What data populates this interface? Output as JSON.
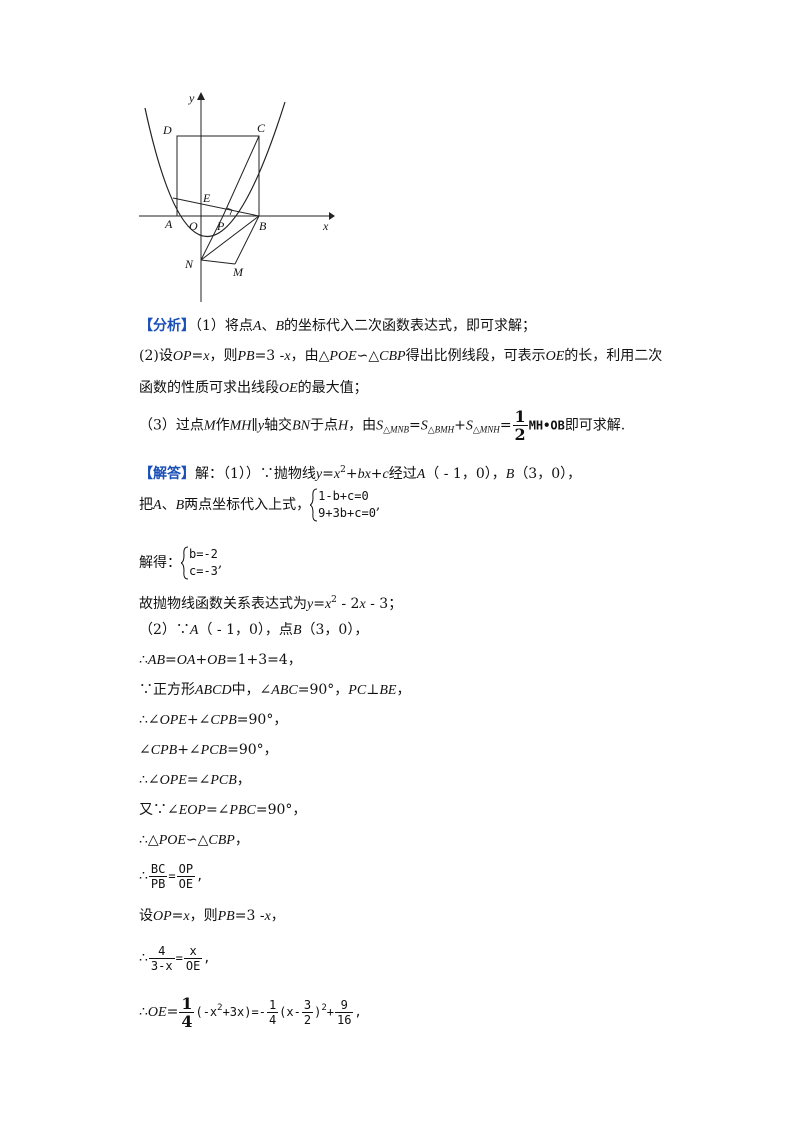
{
  "figure": {
    "labels": {
      "y": "y",
      "x": "x",
      "D": "D",
      "C": "C",
      "E": "E",
      "A": "A",
      "O": "O",
      "P": "P",
      "B": "B",
      "N": "N",
      "M": "M"
    }
  },
  "analysis": {
    "tag": "【分析】",
    "l1_a": "（1）将点",
    "l1_b": "A",
    "l1_c": "、",
    "l1_d": "B",
    "l1_e": "的坐标代入二次函数表达式，即可求解；",
    "l2_a": "(2)设",
    "l2_b": "OP",
    "l2_c": "=",
    "l2_d": "x",
    "l2_e": "，则",
    "l2_f": "PB",
    "l2_g": "=3 -",
    "l2_h": "x",
    "l2_i": "，由△",
    "l2_j": "POE",
    "l2_k": "∽△",
    "l2_l": "CBP",
    "l2_m": "得出比例线段，可表示",
    "l2_n": "OE",
    "l2_o": "的长，利用二次",
    "l3_a": "函数的性质可求出线段",
    "l3_b": "OE",
    "l3_c": "的最大值；",
    "l4_a": "（3）过点",
    "l4_b": "M",
    "l4_c": "作",
    "l4_d": "MH",
    "l4_e": "∥",
    "l4_f": "y",
    "l4_g": "轴交",
    "l4_h": "BN",
    "l4_i": "于点",
    "l4_j": "H",
    "l4_k": "，由",
    "l4_S1": "S",
    "l4_s1": "△MNB",
    "l4_eq": "=",
    "l4_S2": "S",
    "l4_s2": "△BMH",
    "l4_plus": "+",
    "l4_S3": "S",
    "l4_s3": "△MNH",
    "l4_eq2": "=",
    "l4_num": "1",
    "l4_den": "2",
    "l4_mh": "MH•OB",
    "l4_end": "即可求解."
  },
  "answer": {
    "tag": "【解答】",
    "a1_a": "解：（1））∵抛物线",
    "a1_b": "y",
    "a1_c": "=",
    "a1_d": "x",
    "a1_e": "2",
    "a1_f": "+",
    "a1_g": "bx",
    "a1_h": "+",
    "a1_i": "c",
    "a1_j": "经过",
    "a1_k": "A",
    "a1_l": "（ - 1，0），",
    "a1_m": "B",
    "a1_n": "（3，0），",
    "a2_a": "把",
    "a2_b": "A",
    "a2_c": "、",
    "a2_d": "B",
    "a2_e": "两点坐标代入上式，",
    "a2_s1": "1-b+c=0",
    "a2_s2": "9+3b+c=0",
    "a2_end": ",",
    "a3_a": "解得：",
    "a3_s1": "b=-2",
    "a3_s2": "c=-3",
    "a3_end": ",",
    "a4_a": "故抛物线函数关系表达式为",
    "a4_b": "y",
    "a4_c": "=",
    "a4_d": "x",
    "a4_e": "2",
    "a4_f": " - 2",
    "a4_g": "x",
    "a4_h": " - 3；",
    "a5_a": "（2）∵",
    "a5_b": "A",
    "a5_c": "（ - 1，0），点",
    "a5_d": "B",
    "a5_e": "（3，0），",
    "a6_a": "∴",
    "a6_b": "AB",
    "a6_c": "=",
    "a6_d": "OA",
    "a6_e": "+",
    "a6_f": "OB",
    "a6_g": "=1+3=4，",
    "a7_a": "∵正方形",
    "a7_b": "ABCD",
    "a7_c": "中，∠",
    "a7_d": "ABC",
    "a7_e": "=90°，",
    "a7_f": "PC",
    "a7_g": "⊥",
    "a7_h": "BE",
    "a7_i": "，",
    "a8_a": "∴∠",
    "a8_b": "OPE",
    "a8_c": "+∠",
    "a8_d": "CPB",
    "a8_e": "=90°，",
    "a9_a": "∠",
    "a9_b": "CPB",
    "a9_c": "+∠",
    "a9_d": "PCB",
    "a9_e": "=90°，",
    "a10_a": "∴∠",
    "a10_b": "OPE",
    "a10_c": "=∠",
    "a10_d": "PCB",
    "a10_e": "，",
    "a11_a": "又∵∠",
    "a11_b": "EOP",
    "a11_c": "=∠",
    "a11_d": "PBC",
    "a11_e": "=90°，",
    "a12_a": "∴△",
    "a12_b": "POE",
    "a12_c": "∽△",
    "a12_d": "CBP",
    "a12_e": "，",
    "a13_a": "∴",
    "a13_n1": "BC",
    "a13_d1": "PB",
    "a13_eq": "=",
    "a13_n2": "OP",
    "a13_d2": "OE",
    "a13_end": ",",
    "a14_a": "设",
    "a14_b": "OP",
    "a14_c": "=",
    "a14_d": "x",
    "a14_e": "，则",
    "a14_f": "PB",
    "a14_g": "=3 -",
    "a14_h": "x",
    "a14_i": "，",
    "a15_a": "∴",
    "a15_n1": "4",
    "a15_d1": "3-x",
    "a15_eq": "=",
    "a15_n2": "x",
    "a15_d2": "OE",
    "a15_end": ",",
    "a16_a": "∴",
    "a16_b": "OE",
    "a16_c": "=",
    "a16_n1": "1",
    "a16_d1": "4",
    "a16_m1": "(-x",
    "a16_e1": "2",
    "a16_m2": "+3x)=-",
    "a16_n2": "1",
    "a16_d2": "4",
    "a16_m3": "(x-",
    "a16_n3": "3",
    "a16_d3": "2",
    "a16_m4": ")",
    "a16_e2": "2",
    "a16_m5": "+",
    "a16_n4": "9",
    "a16_d4": "16",
    "a16_end": ","
  }
}
